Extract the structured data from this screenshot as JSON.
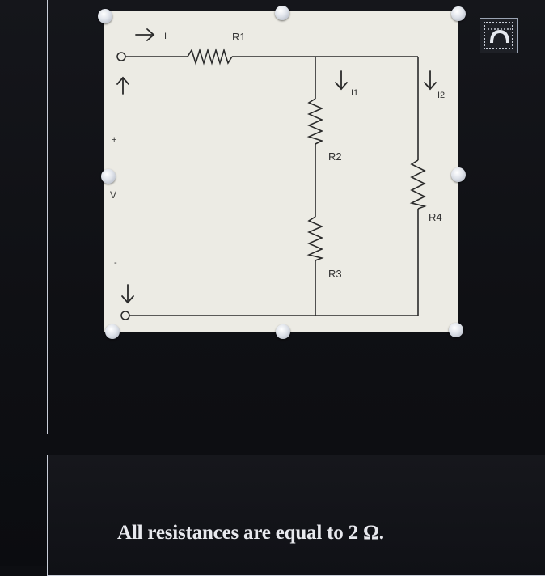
{
  "circuit": {
    "current_I": "I",
    "resistor_R1": "R1",
    "current_I1": "I1",
    "current_I2": "I2",
    "resistor_R2": "R2",
    "resistor_R3": "R3",
    "resistor_R4": "R4",
    "plus_sign": "+",
    "voltage_V": "V",
    "minus_sign": "-"
  },
  "caption": {
    "text": "All resistances are equal to 2 Ω."
  },
  "icons": {
    "layout_options": "wrap-text-icon"
  },
  "colors": {
    "background": "#0f1014",
    "diagram_paper": "#ecebe4",
    "panel_border": "#c9ced9",
    "caption_text": "#e8e9ee"
  }
}
